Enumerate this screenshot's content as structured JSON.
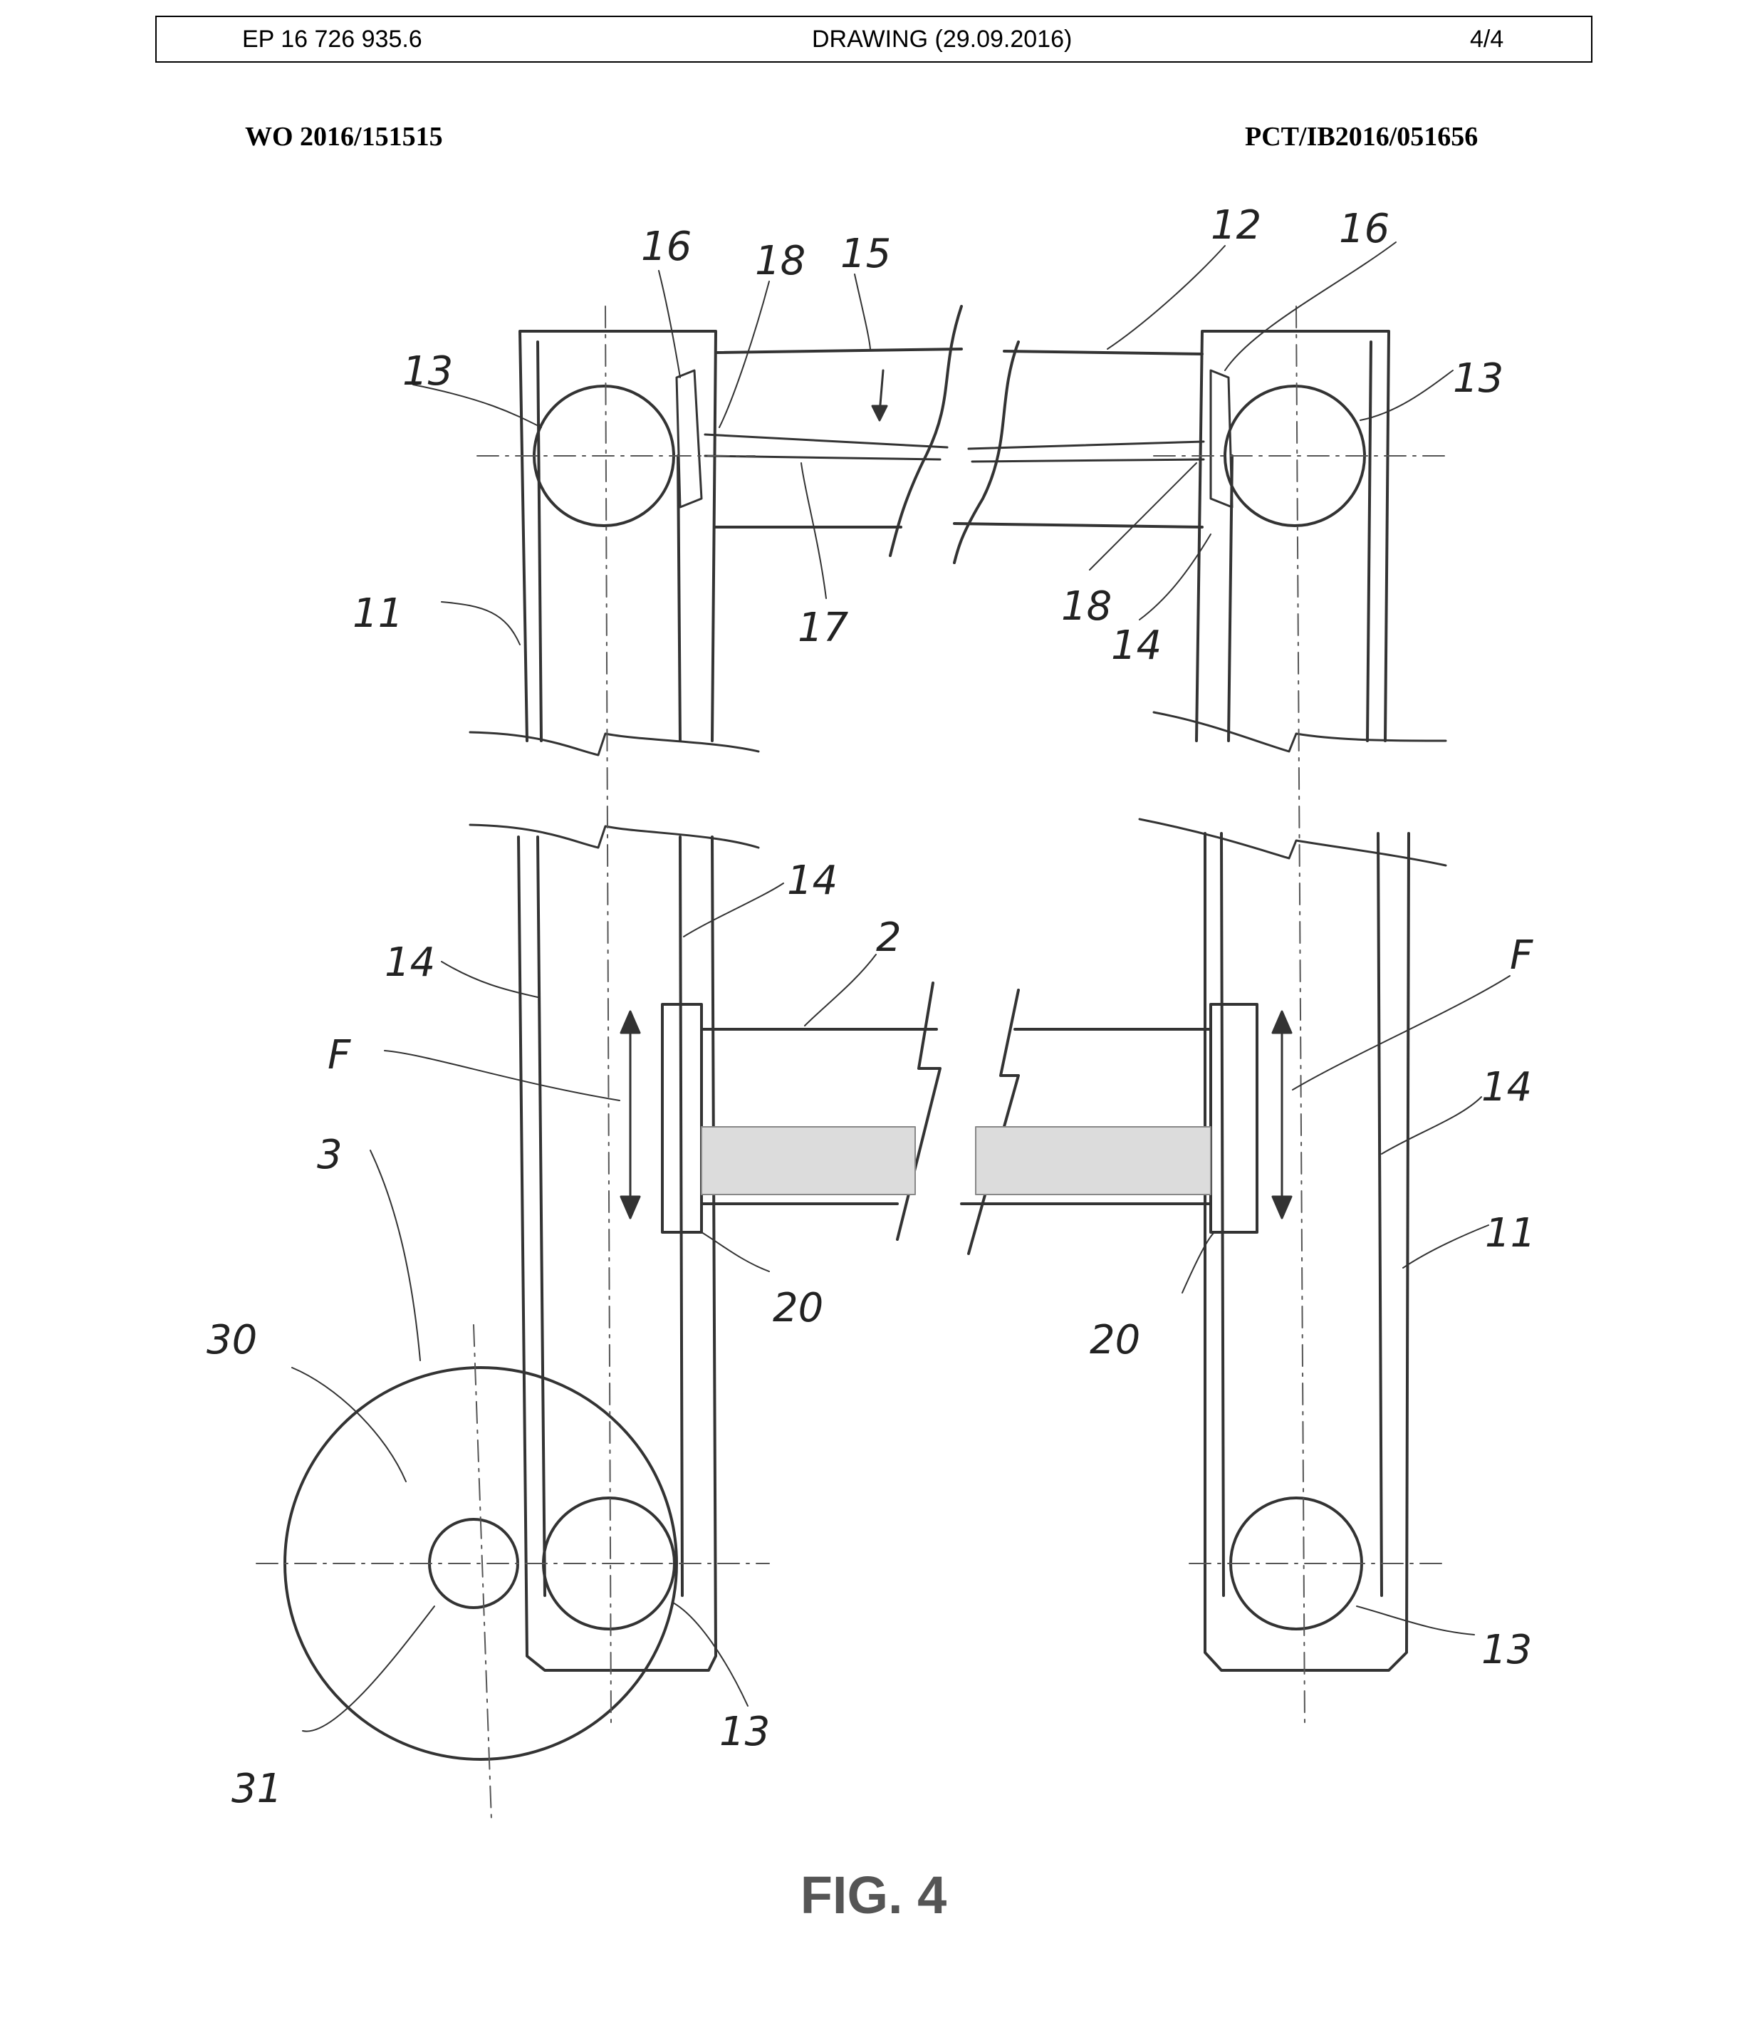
{
  "header": {
    "application": "EP 16 726 935.6",
    "title": "DRAWING (29.09.2016)",
    "page": "4/4"
  },
  "publication": {
    "wo_number": "WO 2016/151515",
    "pct_number": "PCT/IB2016/051656"
  },
  "labels": {
    "l16a": "16",
    "l18a": "18",
    "l15": "15",
    "l12": "12",
    "l16b": "16",
    "l13a": "13",
    "l13b": "13",
    "l11a": "11",
    "l17": "17",
    "l18b": "18",
    "l14a": "14",
    "l14b": "14",
    "l14c": "14",
    "l2": "2",
    "lFa": "F",
    "lFb": "F",
    "l14d": "14",
    "l3": "3",
    "l11b": "11",
    "l20a": "20",
    "l20b": "20",
    "l30": "30",
    "l31": "31",
    "l13c": "13",
    "l13d": "13"
  },
  "figure": {
    "caption": "FIG. 4"
  }
}
